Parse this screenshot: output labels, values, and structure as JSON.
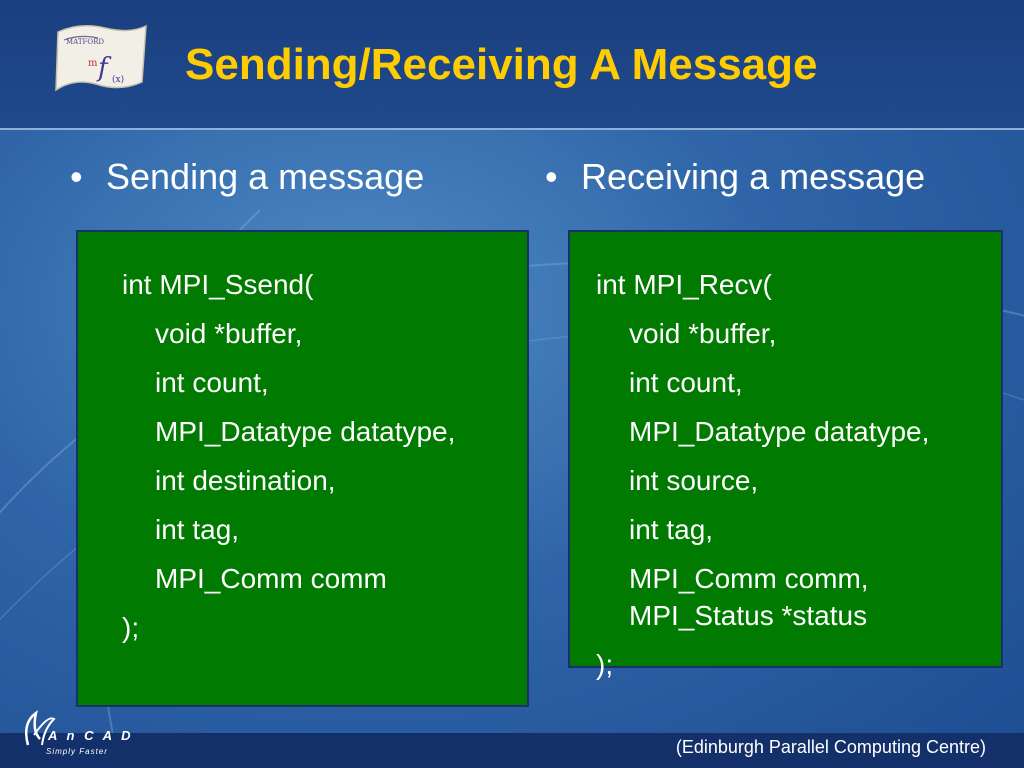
{
  "slide": {
    "title": "Sending/Receiving A Message",
    "credit": "(Edinburgh Parallel Computing Centre)",
    "brand_name": "A n C A D",
    "brand_tagline": "Simply Faster"
  },
  "left_column": {
    "bullet": "Sending a message",
    "code": [
      "int MPI_Ssend(",
      "void *buffer,",
      "int count,",
      "MPI_Datatype datatype,",
      "int destination,",
      "int tag,",
      "MPI_Comm comm",
      ");"
    ]
  },
  "right_column": {
    "bullet": "Receiving a message",
    "code": [
      "int MPI_Recv(",
      "void *buffer,",
      "int count,",
      "MPI_Datatype datatype,",
      "int source,",
      "int tag,",
      "MPI_Comm comm,",
      "MPI_Status *status",
      ");"
    ]
  },
  "colors": {
    "title": "#ffcc00",
    "code_box": "#007a00",
    "header": "#1b3f80"
  },
  "icons": {
    "top_logo": "matford-flag-logo-icon",
    "bottom_logo": "ancad-logo-icon"
  }
}
